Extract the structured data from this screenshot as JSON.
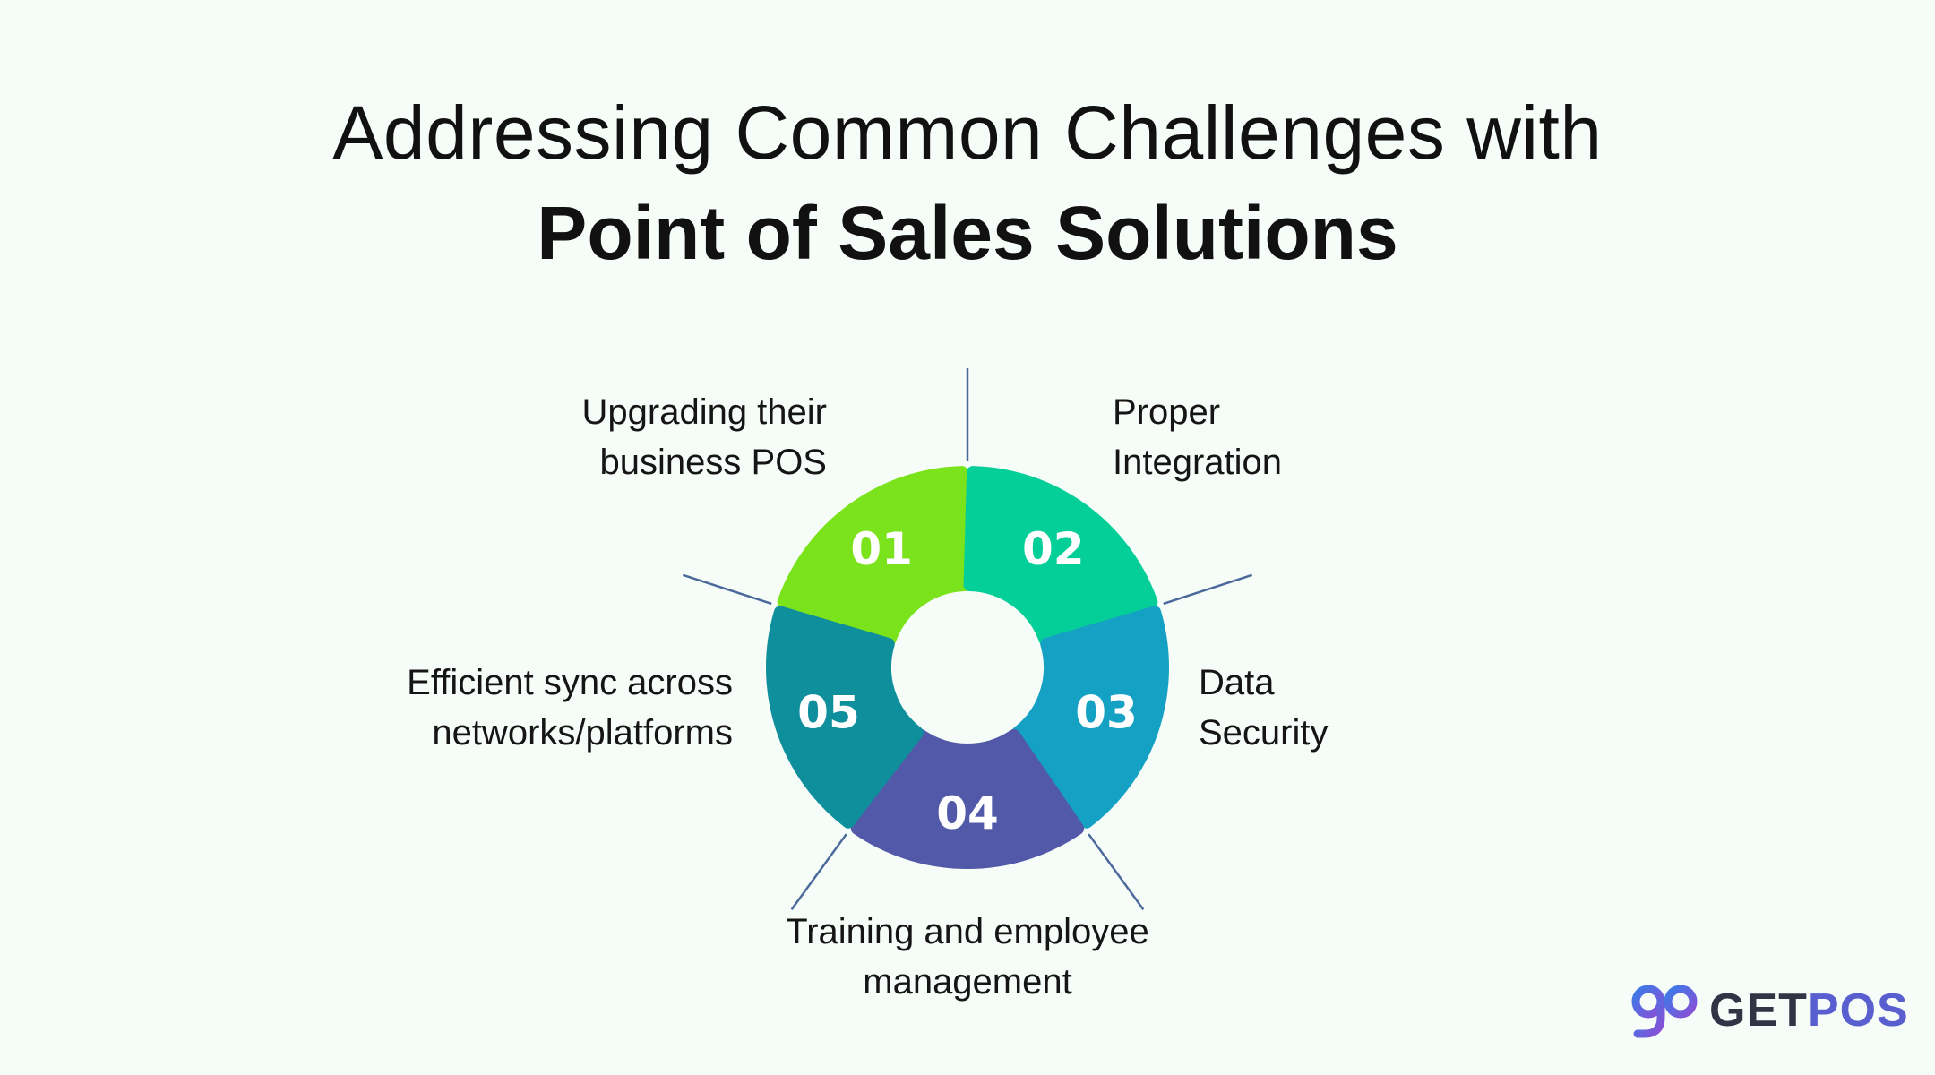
{
  "title": {
    "line1": "Addressing Common Challenges with",
    "line2": "Point of Sales Solutions"
  },
  "segments": [
    {
      "number": "01",
      "color": "#7be31c",
      "label_lines": [
        "Upgrading their",
        "business POS"
      ]
    },
    {
      "number": "02",
      "color": "#05cf98",
      "label_lines": [
        "Proper",
        "Integration"
      ]
    },
    {
      "number": "03",
      "color": "#14a1c4",
      "label_lines": [
        "Data",
        "Security"
      ]
    },
    {
      "number": "04",
      "color": "#5159a8",
      "label_lines": [
        "Training and employee",
        "management"
      ]
    },
    {
      "number": "05",
      "color": "#0f8f9c",
      "label_lines": [
        "Efficient sync across",
        "networks/platforms"
      ]
    }
  ],
  "leader_color": "#4b6a9b",
  "logo": {
    "icon": "getpos-gp-logo-icon",
    "text_part1": "GET",
    "text_part2": "POS"
  }
}
